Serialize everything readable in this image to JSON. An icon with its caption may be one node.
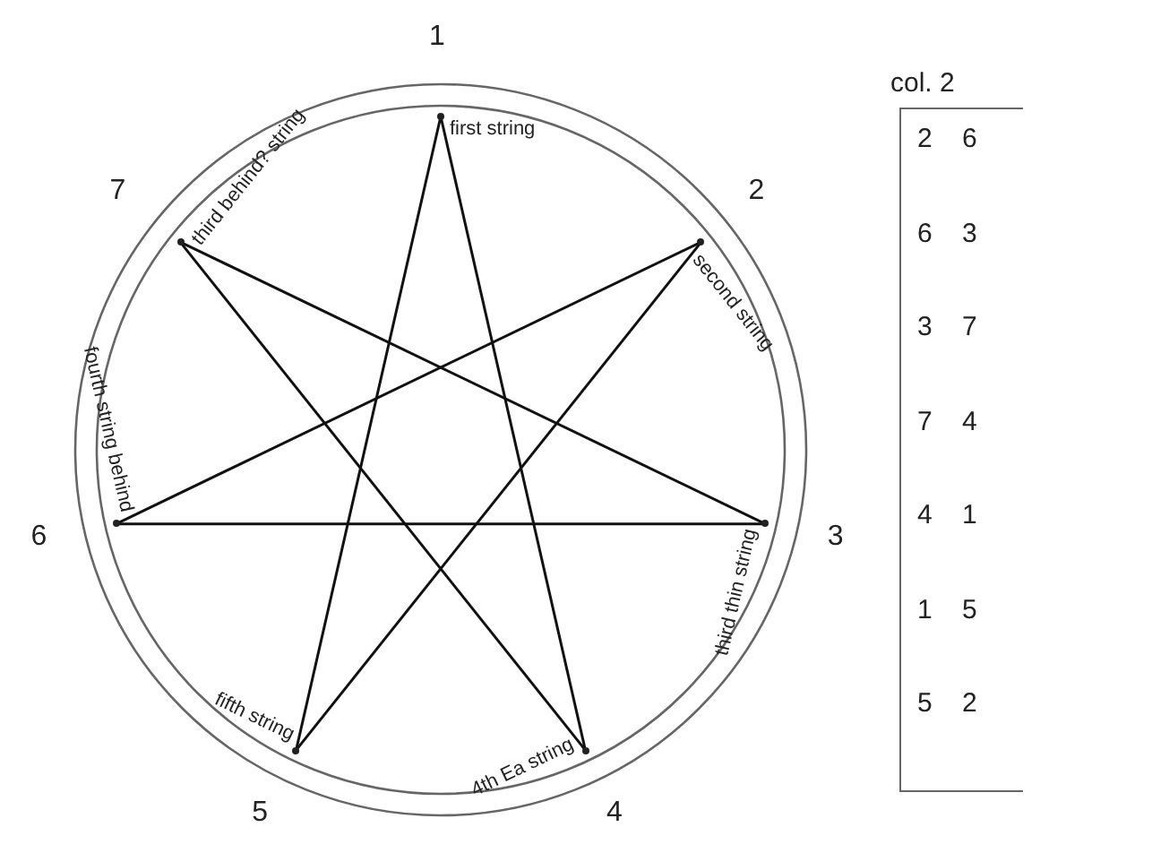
{
  "diagram": {
    "nodes": [
      {
        "text": [
          "first string"
        ],
        "beside": [
          "1"
        ]
      },
      {
        "text": [
          "second string"
        ],
        "beside": [
          "2"
        ]
      },
      {
        "text": [
          "third thin string"
        ],
        "beside": [
          "3"
        ]
      },
      {
        "text": [
          "4th Ea string"
        ],
        "beside": [
          "4"
        ]
      },
      {
        "text": [
          "fifth string"
        ],
        "beside": [
          "5"
        ]
      },
      {
        "text": [
          "fourth string behind"
        ],
        "beside": [
          "6"
        ]
      },
      {
        "text": [
          "third behind? string"
        ],
        "beside": [
          "7"
        ]
      }
    ],
    "edges": [
      {
        "from": 1,
        "to": 5,
        "arrow": "none"
      },
      {
        "from": 5,
        "to": 2,
        "arrow": "none"
      },
      {
        "from": 2,
        "to": 6,
        "arrow": "none"
      },
      {
        "from": 6,
        "to": 3,
        "arrow": "none"
      },
      {
        "from": 3,
        "to": 0,
        "arrow": "none"
      },
      {
        "from": 0,
        "to": 4,
        "arrow": "none"
      },
      {
        "from": 4,
        "to": 1,
        "arrow": "none"
      }
    ],
    "labels": [
      "col. 2",
      "2",
      "6",
      "6",
      "3",
      "3",
      "7",
      "7",
      "4",
      "4",
      "1",
      "1",
      "5",
      "5",
      "2"
    ]
  }
}
